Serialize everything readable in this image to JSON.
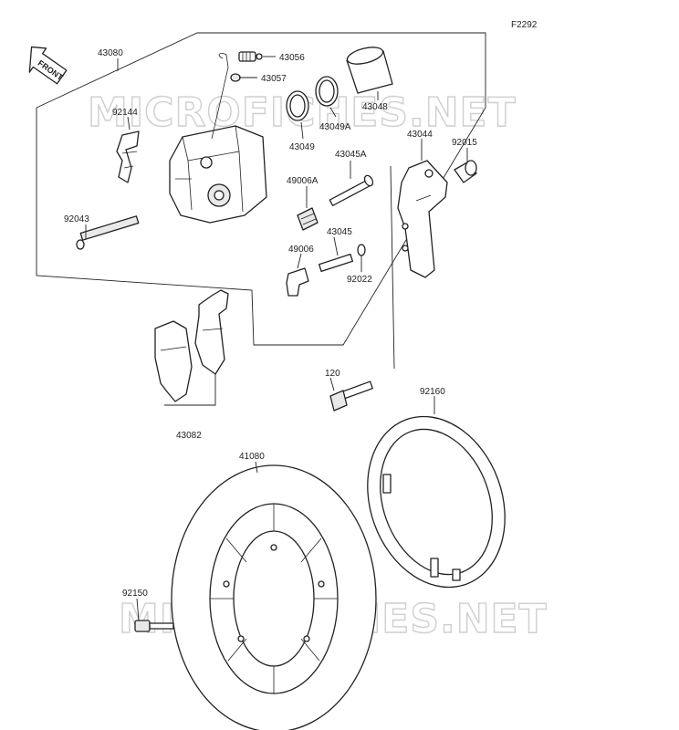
{
  "diagram_code": "F2292",
  "front_label": "FRONT",
  "watermark": "MICROFICHES.NET",
  "parts": [
    "43080",
    "43056",
    "43057",
    "43048",
    "43049",
    "43049A",
    "92144",
    "43045A",
    "43044",
    "92015",
    "49006A",
    "92043",
    "43045",
    "49006",
    "92022",
    "120",
    "92160",
    "43082",
    "41080",
    "92150"
  ]
}
